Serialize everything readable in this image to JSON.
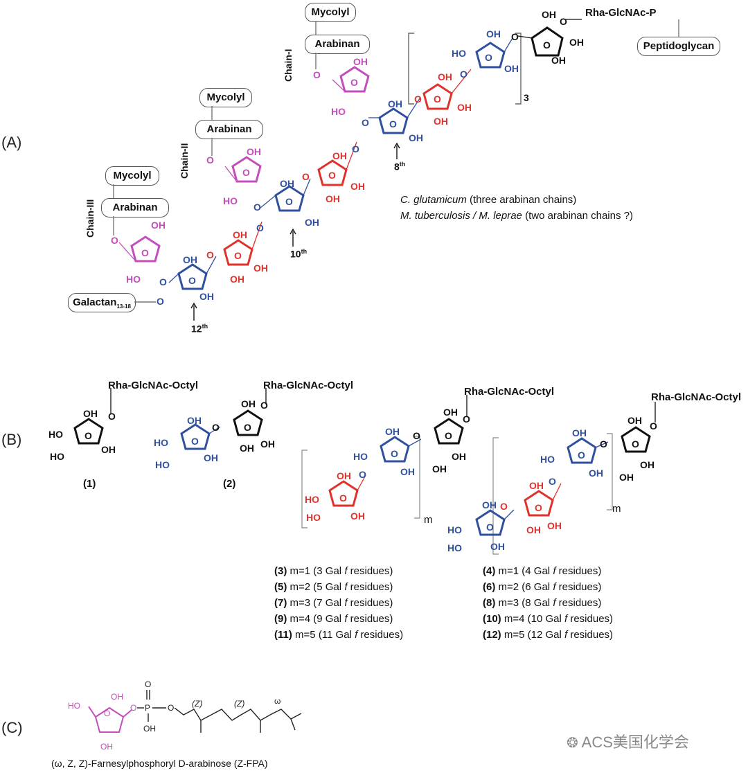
{
  "panels": {
    "a": "(A)",
    "b": "(B)",
    "c": "(C)"
  },
  "panel_a": {
    "mycolyl": "Mycolyl",
    "arabinan": "Arabinan",
    "chain_1": "Chain-I",
    "chain_2": "Chain-II",
    "chain_3": "Chain-III",
    "rha_glcnac_p": "Rha-GlcNAc-P",
    "peptidoglycan": "Peptidoglycan",
    "galactan": "Galactan",
    "galactan_sub": "13-18",
    "repeat_3": "3",
    "pos_8": "8",
    "pos_10": "10",
    "pos_12": "12",
    "th": "th",
    "caption_1_species": "C. glutamicum",
    "caption_1_rest": " (three arabinan chains)",
    "caption_2_species": "M. tuberculosis / M. leprae",
    "caption_2_rest": " (two arabinan chains ?)"
  },
  "panel_b": {
    "octyl": "Rha-GlcNAc-Octyl",
    "cmpd_1": "(1)",
    "cmpd_2": "(2)",
    "m": "m",
    "compounds_left": [
      {
        "id": "(3)",
        "m": "m=1",
        "desc_a": "(3 Gal ",
        "f": "f",
        "desc_b": " residues)"
      },
      {
        "id": "(5)",
        "m": "m=2",
        "desc_a": "(5 Gal ",
        "f": "f",
        "desc_b": " residues)"
      },
      {
        "id": "(7)",
        "m": "m=3",
        "desc_a": "(7 Gal ",
        "f": "f",
        "desc_b": " residues)"
      },
      {
        "id": "(9)",
        "m": "m=4",
        "desc_a": "(9 Gal ",
        "f": "f",
        "desc_b": " residues)"
      },
      {
        "id": "(11)",
        "m": "m=5",
        "desc_a": "(11 Gal ",
        "f": "f",
        "desc_b": " residues)"
      }
    ],
    "compounds_right": [
      {
        "id": "(4)",
        "m": "m=1",
        "desc_a": "(4 Gal ",
        "f": "f",
        "desc_b": " residues)"
      },
      {
        "id": "(6)",
        "m": "m=2",
        "desc_a": "(6 Gal ",
        "f": "f",
        "desc_b": " residues)"
      },
      {
        "id": "(8)",
        "m": "m=3",
        "desc_a": "(8 Gal ",
        "f": "f",
        "desc_b": " residues)"
      },
      {
        "id": "(10)",
        "m": "m=4",
        "desc_a": "(10 Gal ",
        "f": "f",
        "desc_b": " residues)"
      },
      {
        "id": "(12)",
        "m": "m=5",
        "desc_a": "(12 Gal ",
        "f": "f",
        "desc_b": " residues)"
      }
    ]
  },
  "panel_c": {
    "caption": "(ω, Z, Z)-Farnesylphosphoryl D-arabinose (Z-FPA)",
    "z": "(Z)",
    "omega": "ω",
    "p": "P",
    "o": "O",
    "oh": "OH",
    "ho": "HO"
  },
  "atoms": {
    "oh": "OH",
    "ho": "HO",
    "o": "O"
  },
  "watermark": "ACS美国化学会",
  "colors": {
    "galf_red": "#e0312b",
    "galf_blue": "#2f4fa0",
    "araf_magenta": "#c24dbb",
    "black": "#111111"
  }
}
